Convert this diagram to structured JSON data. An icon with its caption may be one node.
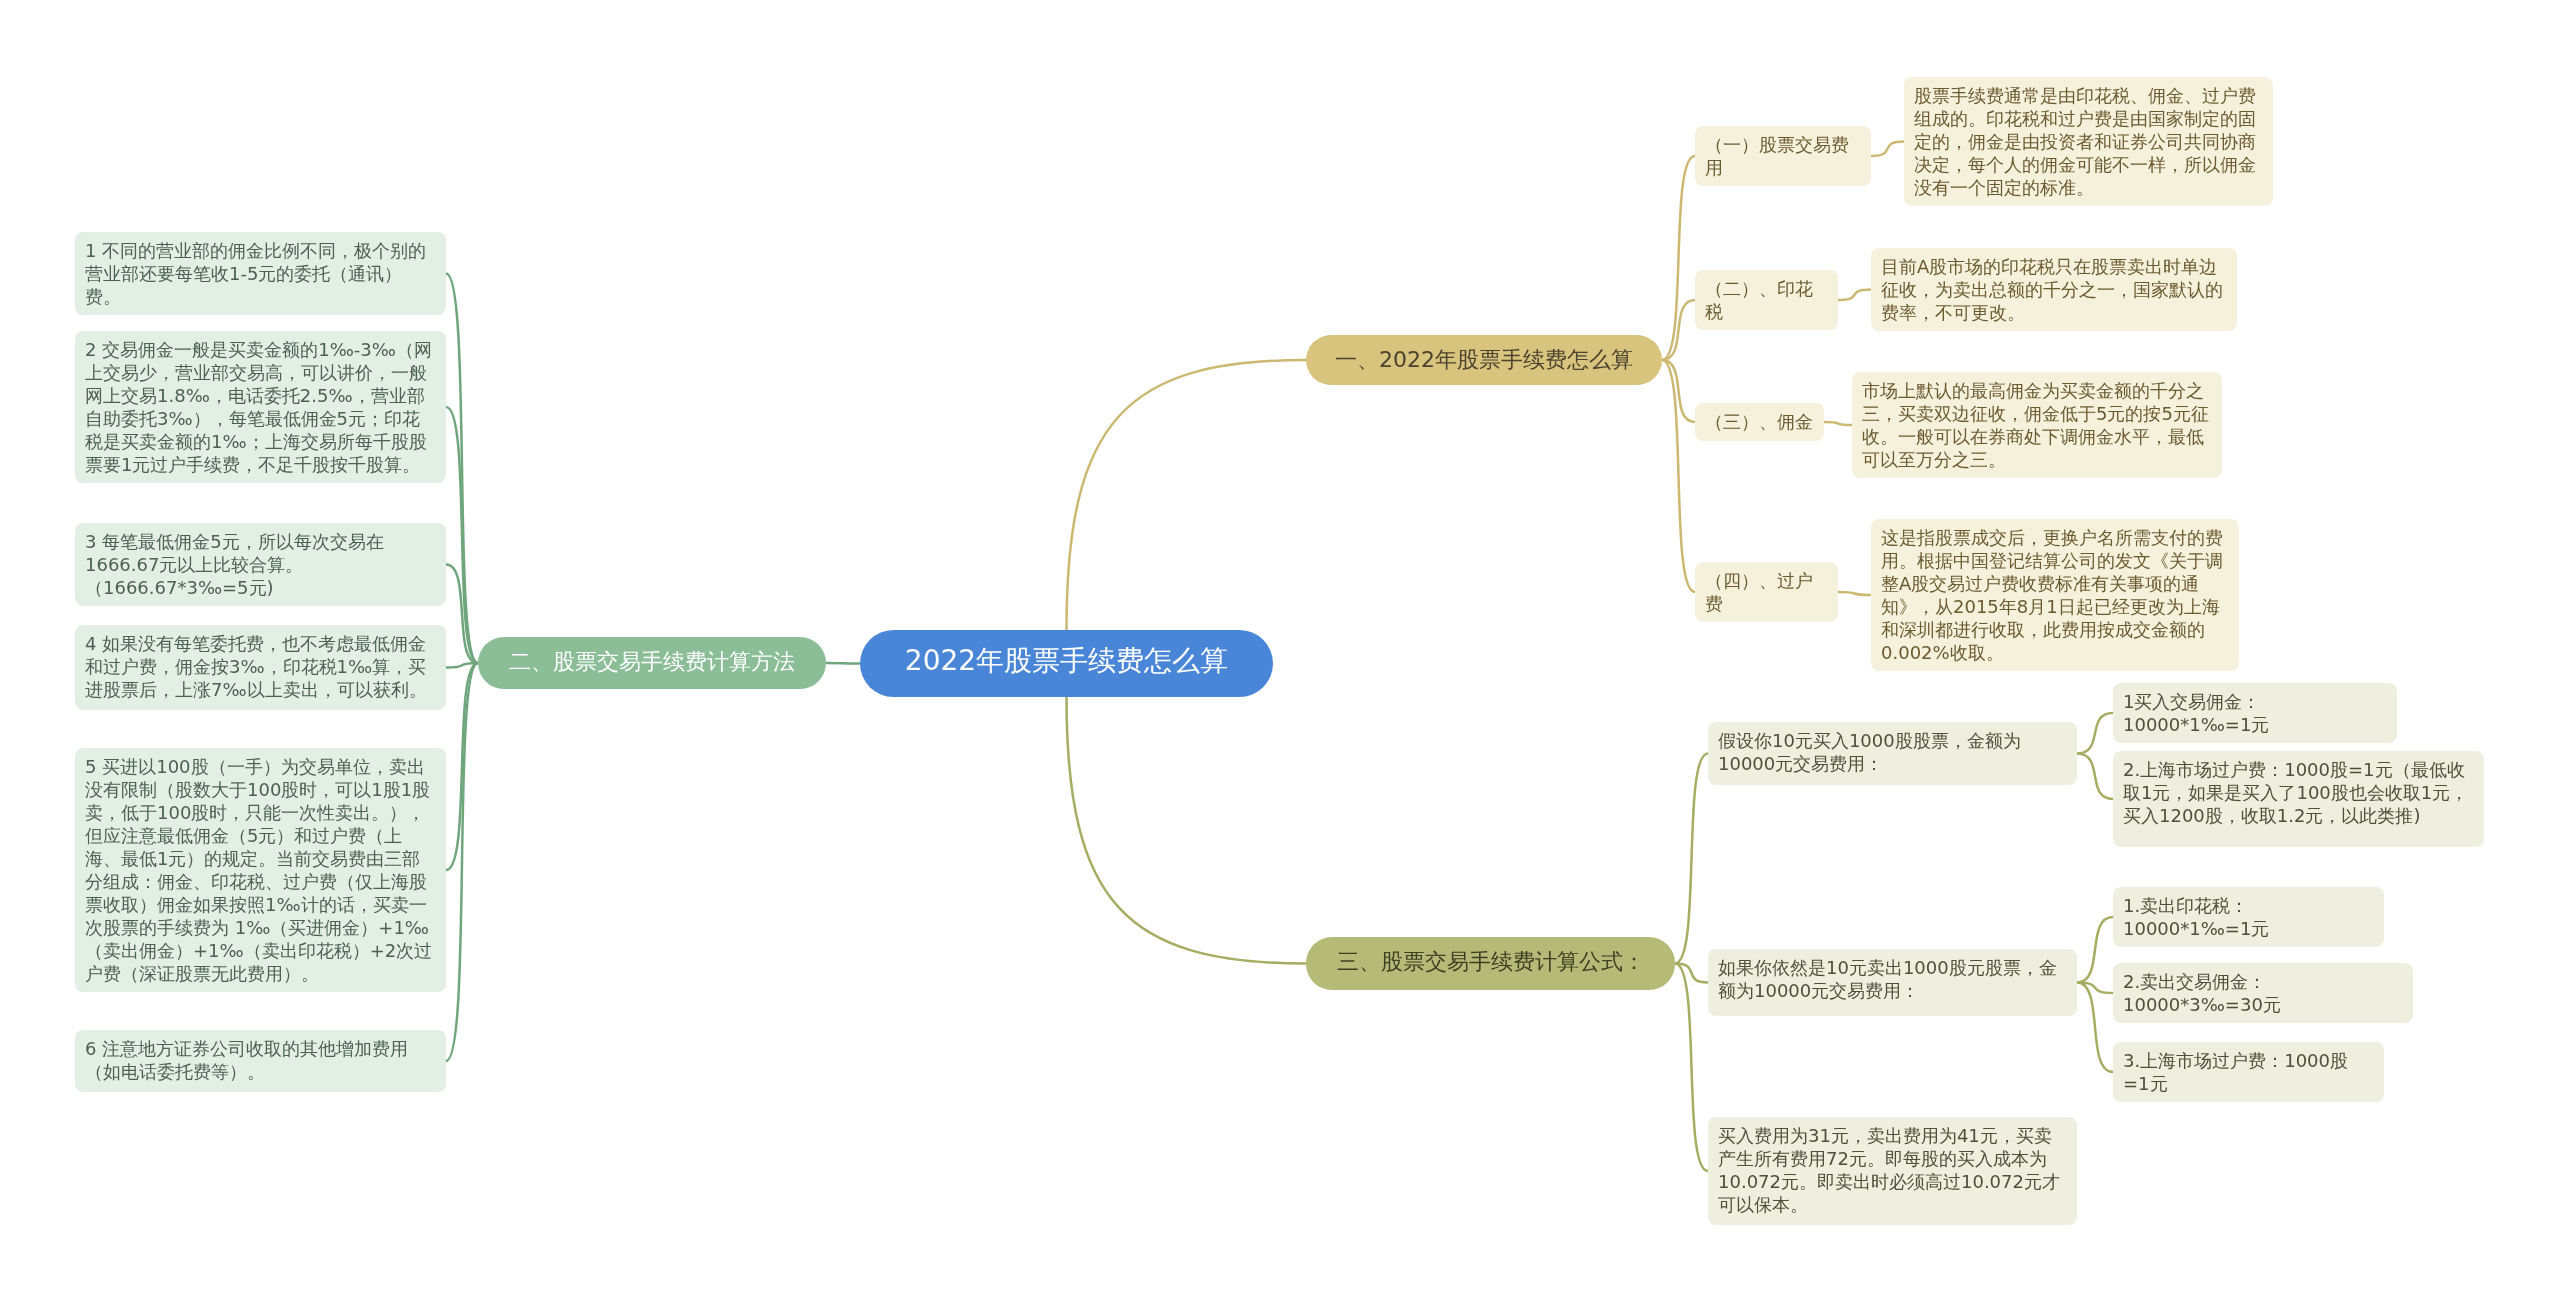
{
  "diagram": {
    "nodes": [
      {
        "text": [
          "2022年股票手续费怎么算"
        ]
      },
      {
        "text": [
          "一、2022年股票手续费怎么算"
        ]
      },
      {
        "text": [
          "（一）股票交易费用"
        ]
      },
      {
        "text": [
          "股票手续费通常是由印花税、佣金、过户费组成的。印花税和过户费是由国家制定的固定的，佣金是由投资者和证券公司共同协商决定，每个人的佣金可能不一样，所以佣金没有一个固定的标准。"
        ]
      },
      {
        "text": [
          "（二）、印花税"
        ]
      },
      {
        "text": [
          "目前A股市场的印花税只在股票卖出时单边征收，为卖出总额的千分之一，国家默认的费率，不可更改。"
        ]
      },
      {
        "text": [
          "（三）、佣金"
        ]
      },
      {
        "text": [
          "市场上默认的最高佣金为买卖金额的千分之三，买卖双边征收，佣金低于5元的按5元征收。一般可以在券商处下调佣金水平，最低可以至万分之三。"
        ]
      },
      {
        "text": [
          "（四）、过户费"
        ]
      },
      {
        "text": [
          "这是指股票成交后，更换户名所需支付的费用。根据中国登记结算公司的发文《关于调整A股交易过户费收费标准有关事项的通知》，从2015年8月1日起已经更改为上海和深圳都进行收取，此费用按成交金额的0.002%收取。"
        ]
      },
      {
        "text": [
          "二、股票交易手续费计算方法"
        ]
      },
      {
        "text": [
          "1 不同的营业部的佣金比例不同，极个别的营业部还要每笔收1-5元的委托（通讯）费。"
        ]
      },
      {
        "text": [
          "2 交易佣金一般是买卖金额的1‰-3‰（网上交易少，营业部交易高，可以讲价，一般网上交易1.8‰，电话委托2.5‰，营业部自助委托3‰），每笔最低佣金5元；印花税是买卖金额的1‰；上海交易所每千股股票要1元过户手续费，不足千股按千股算。"
        ]
      },
      {
        "text": [
          "3 每笔最低佣金5元，所以每次交易在1666.67元以上比较合算。（1666.67*3‰=5元)"
        ]
      },
      {
        "text": [
          "4 如果没有每笔委托费，也不考虑最低佣金和过户费，佣金按3‰，印花税1‰算，买进股票后，上涨7‰以上卖出，可以获利。"
        ]
      },
      {
        "text": [
          "5 买进以100股（一手）为交易单位，卖出没有限制（股数大于100股时，可以1股1股卖，低于100股时，只能一次性卖出。），但应注意最低佣金（5元）和过户费（上海、最低1元）的规定。当前交易费由三部分组成：佣金、印花税、过户费（仅上海股票收取）佣金如果按照1‰计的话，买卖一次股票的手续费为 1‰（买进佣金）+1‰（卖出佣金）+1‰（卖出印花税）+2次过户费（深证股票无此费用）。"
        ]
      },
      {
        "text": [
          "6 注意地方证券公司收取的其他增加费用（如电话委托费等）。"
        ]
      },
      {
        "text": [
          "三、股票交易手续费计算公式："
        ]
      },
      {
        "text": [
          "假设你10元买入1000股股票，金额为10000元交易费用："
        ]
      },
      {
        "text": [
          "1买入交易佣金：10000*1‰=1元"
        ]
      },
      {
        "text": [
          "2.上海市场过户费：1000股=1元（最低收取1元，如果是买入了100股也会收取1元，买入1200股，收取1.2元，以此类推)"
        ]
      },
      {
        "text": [
          "如果你依然是10元卖出1000股元股票，金额为10000元交易费用："
        ]
      },
      {
        "text": [
          "1.卖出印花税：10000*1‰=1元"
        ]
      },
      {
        "text": [
          "2.卖出交易佣金：10000*3‰=30元"
        ]
      },
      {
        "text": [
          "3.上海市场过户费：1000股=1元"
        ]
      },
      {
        "text": [
          "买入费用为31元，卖出费用为41元，买卖产生所有费用72元。即每股的买入成本为10.072元。即卖出时必须高过10.072元才可以保本。"
        ]
      }
    ],
    "edges": [
      {
        "from": 0,
        "to": 1,
        "arrow": "none",
        "color": "#cdb872"
      },
      {
        "from": 1,
        "to": 2,
        "arrow": "none",
        "color": "#cdb872"
      },
      {
        "from": 2,
        "to": 3,
        "arrow": "none",
        "color": "#cdb872"
      },
      {
        "from": 1,
        "to": 4,
        "arrow": "none",
        "color": "#cdb872"
      },
      {
        "from": 4,
        "to": 5,
        "arrow": "none",
        "color": "#cdb872"
      },
      {
        "from": 1,
        "to": 6,
        "arrow": "none",
        "color": "#cdb872"
      },
      {
        "from": 6,
        "to": 7,
        "arrow": "none",
        "color": "#cdb872"
      },
      {
        "from": 1,
        "to": 8,
        "arrow": "none",
        "color": "#cdb872"
      },
      {
        "from": 8,
        "to": 9,
        "arrow": "none",
        "color": "#cdb872"
      },
      {
        "from": 0,
        "to": 10,
        "arrow": "none",
        "color": "#6fa67c"
      },
      {
        "from": 10,
        "to": 11,
        "arrow": "none",
        "color": "#6fa67c"
      },
      {
        "from": 10,
        "to": 12,
        "arrow": "none",
        "color": "#6fa67c"
      },
      {
        "from": 10,
        "to": 13,
        "arrow": "none",
        "color": "#6fa67c"
      },
      {
        "from": 10,
        "to": 14,
        "arrow": "none",
        "color": "#6fa67c"
      },
      {
        "from": 10,
        "to": 15,
        "arrow": "none",
        "color": "#6fa67c"
      },
      {
        "from": 10,
        "to": 16,
        "arrow": "none",
        "color": "#6fa67c"
      },
      {
        "from": 0,
        "to": 17,
        "arrow": "none",
        "color": "#a6ad62"
      },
      {
        "from": 17,
        "to": 18,
        "arrow": "none",
        "color": "#a6ad62"
      },
      {
        "from": 18,
        "to": 19,
        "arrow": "none",
        "color": "#a6ad62"
      },
      {
        "from": 18,
        "to": 20,
        "arrow": "none",
        "color": "#a6ad62"
      },
      {
        "from": 17,
        "to": 21,
        "arrow": "none",
        "color": "#a6ad62"
      },
      {
        "from": 21,
        "to": 22,
        "arrow": "none",
        "color": "#a6ad62"
      },
      {
        "from": 21,
        "to": 23,
        "arrow": "none",
        "color": "#a6ad62"
      },
      {
        "from": 21,
        "to": 24,
        "arrow": "none",
        "color": "#a6ad62"
      },
      {
        "from": 17,
        "to": 25,
        "arrow": "none",
        "color": "#a6ad62"
      }
    ]
  }
}
